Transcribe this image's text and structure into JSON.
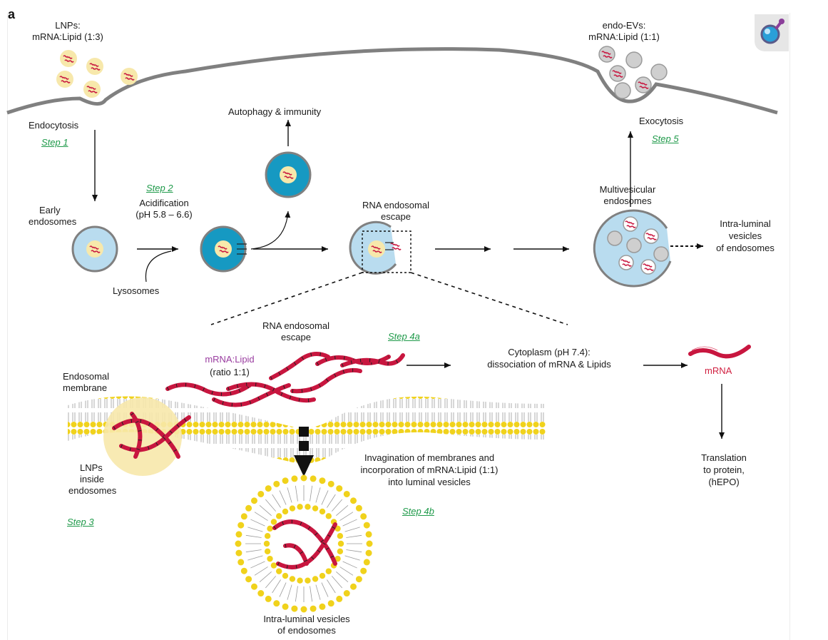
{
  "panel_label": "a",
  "labels": {
    "lnps_title": "LNPs:",
    "lnps_ratio": "mRNA:Lipid (1:3)",
    "endo_evs_title": "endo-EVs:",
    "endo_evs_ratio": "mRNA:Lipid (1:1)",
    "endocytosis": "Endocytosis",
    "step1": "Step 1",
    "autophagy": "Autophagy & immunity",
    "exocytosis": "Exocytosis",
    "step5": "Step 5",
    "early_endosomes_1": "Early",
    "early_endosomes_2": "endosomes",
    "step2": "Step 2",
    "acidification_1": "Acidification",
    "acidification_2": "(pH 5.8 – 6.6)",
    "lysosomes": "Lysosomes",
    "rna_escape_top_1": "RNA endosomal",
    "rna_escape_top_2": "escape",
    "multivesicular_1": "Multivesicular",
    "multivesicular_2": "endosomes",
    "intraluminal_right_1": "Intra-luminal",
    "intraluminal_right_2": "vesicles",
    "intraluminal_right_3": "of endosomes",
    "rna_escape_bottom_1": "RNA endosomal",
    "rna_escape_bottom_2": "escape",
    "step4a": "Step 4a",
    "mrna_lipid": "mRNA:Lipid",
    "ratio": "(ratio 1:1)",
    "endosomal_membrane_1": "Endosomal",
    "endosomal_membrane_2": "membrane",
    "cytoplasm_1": "Cytoplasm (pH 7.4):",
    "cytoplasm_2": "dissociation of mRNA & Lipids",
    "mrna": "mRNA",
    "lnps_inside_1": "LNPs",
    "lnps_inside_2": "inside",
    "lnps_inside_3": "endosomes",
    "step3": "Step 3",
    "invagination_1": "Invagination of membranes and",
    "invagination_2": "incorporation of mRNA:Lipid (1:1)",
    "invagination_3": "into luminal vesicles",
    "step4b": "Step 4b",
    "translation_1": "Translation",
    "translation_2": "to protein,",
    "translation_3": "(hEPO)",
    "intraluminal_bottom_1": "Intra-luminal vesicles",
    "intraluminal_bottom_2": "of endosomes"
  },
  "colors": {
    "membrane": "#808080",
    "endosome_fill": "#b9dcef",
    "acidic_fill": "#1699c2",
    "lnp_fill": "#f7e8ab",
    "mrna": "#c8163f",
    "lipid_head": "#f0d21c",
    "step_text": "#1f9a4a",
    "ev_gray": "#cfcfcf"
  },
  "icons": {
    "viewer": "magnifier-icon"
  }
}
